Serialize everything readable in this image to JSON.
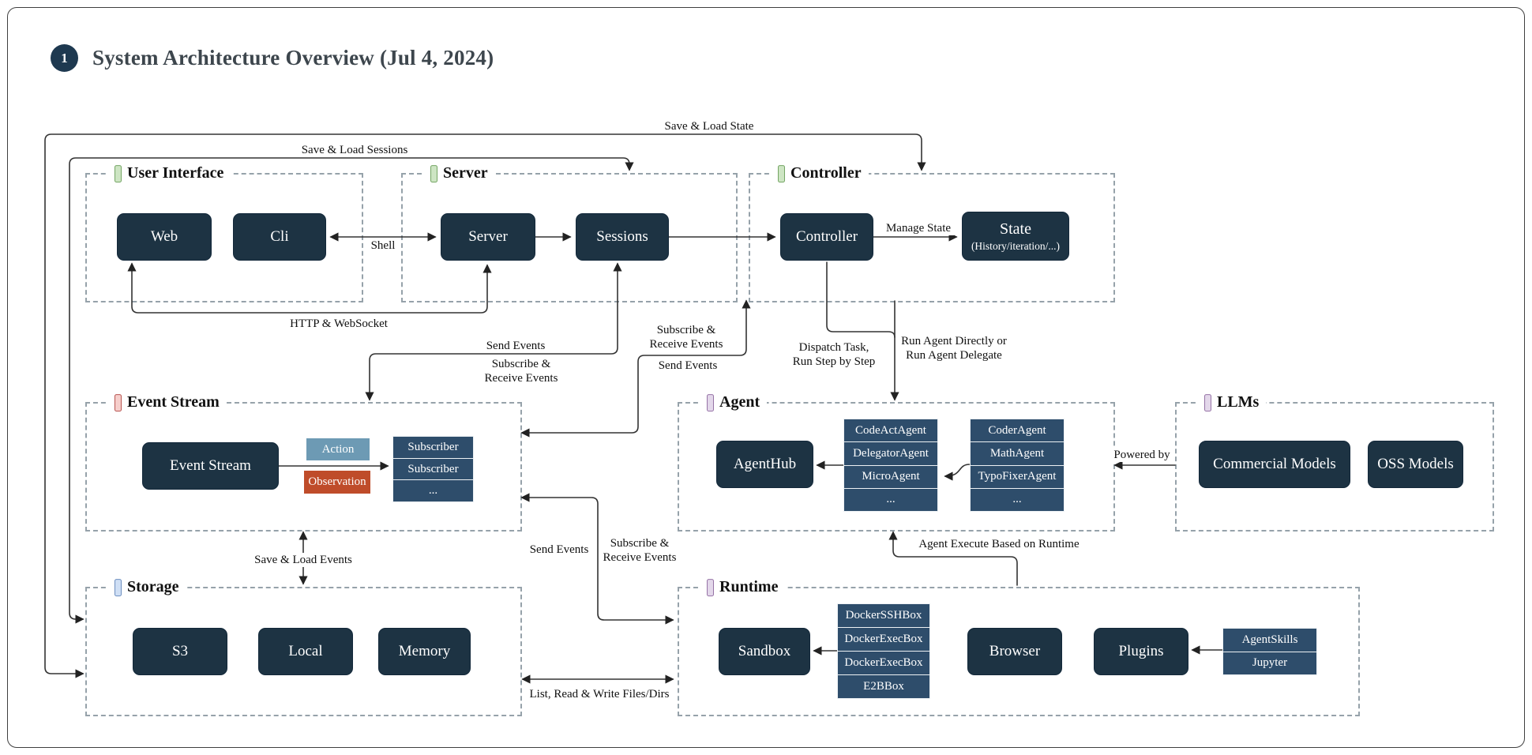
{
  "title": {
    "badge": "1",
    "text": "System Architecture Overview (Jul 4, 2024)"
  },
  "palette": {
    "node_fill": "#1d3343",
    "stack_fill": "#2e4d6b",
    "action_chip": "#6d9ab4",
    "observation_chip": "#bf4c2a",
    "accent_green": "#74a564",
    "accent_red": "#b85450",
    "accent_blue": "#6c8ebf",
    "accent_purple": "#9673a6",
    "group_border": "#96a2aa",
    "arrow": "#333333"
  },
  "groups": {
    "user_interface": {
      "label": "User Interface",
      "accent": "green"
    },
    "server": {
      "label": "Server",
      "accent": "green"
    },
    "controller": {
      "label": "Controller",
      "accent": "green"
    },
    "event_stream": {
      "label": "Event Stream",
      "accent": "red"
    },
    "agent": {
      "label": "Agent",
      "accent": "purple"
    },
    "llms": {
      "label": "LLMs",
      "accent": "purple"
    },
    "storage": {
      "label": "Storage",
      "accent": "blue"
    },
    "runtime": {
      "label": "Runtime",
      "accent": "purple"
    }
  },
  "nodes": {
    "web": "Web",
    "cli": "Cli",
    "server": "Server",
    "sessions": "Sessions",
    "controller": "Controller",
    "state_title": "State",
    "state_sub": "(History/iteration/...)",
    "event_stream": "Event Stream",
    "agenthub": "AgentHub",
    "commercial_models": "Commercial Models",
    "oss_models": "OSS Models",
    "s3": "S3",
    "local": "Local",
    "memory": "Memory",
    "sandbox": "Sandbox",
    "browser": "Browser",
    "plugins": "Plugins"
  },
  "chips": {
    "action": "Action",
    "observation": "Observation"
  },
  "stacks": {
    "subscribers": [
      "Subscriber",
      "Subscriber",
      "..."
    ],
    "agents_left": [
      "CodeActAgent",
      "DelegatorAgent",
      "MicroAgent",
      "..."
    ],
    "agents_right": [
      "CoderAgent",
      "MathAgent",
      "TypoFixerAgent",
      "..."
    ],
    "sandboxes": [
      "DockerSSHBox",
      "DockerExecBox",
      "DockerExecBox",
      "E2BBox"
    ],
    "plugins": [
      "AgentSkills",
      "Jupyter"
    ]
  },
  "edge_labels": {
    "save_load_state": "Save & Load State",
    "save_load_sessions": "Save & Load Sessions",
    "shell": "Shell",
    "http_websocket": "HTTP & WebSocket",
    "manage_state": "Manage State",
    "send_events_1": "Send Events",
    "sub_receive_1": "Subscribe &\nReceive Events",
    "sub_receive_2": "Subscribe &\nReceive Events",
    "send_events_2": "Send Events",
    "dispatch_task": "Dispatch Task,\nRun Step by Step",
    "run_agent": "Run Agent Directly or\nRun Agent Delegate",
    "powered_by": "Powered by",
    "agent_execute": "Agent Execute Based on Runtime",
    "save_load_events": "Save & Load Events",
    "send_events_3": "Send Events",
    "sub_receive_3": "Subscribe &\nReceive Events",
    "list_read_write": "List, Read & Write Files/Dirs"
  }
}
